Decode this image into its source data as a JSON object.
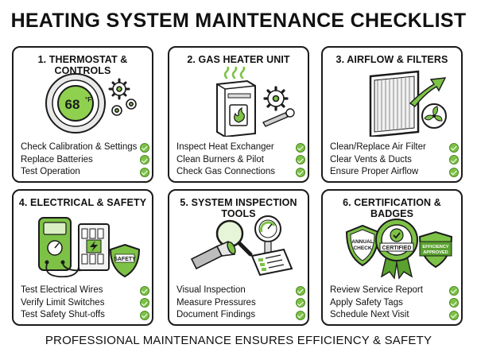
{
  "title": "HEATING SYSTEM MAINTENANCE CHECKLIST",
  "footer": "PROFESSIONAL MAINTENANCE ENSURES EFFICIENCY & SAFETY",
  "colors": {
    "accent": "#7dc246",
    "accent_dark": "#4e8a26",
    "outline": "#1b1b1b"
  },
  "cards": [
    {
      "title": "1. THERMOSTAT & CONTROLS",
      "display": "68",
      "unit": "°F",
      "icons": [
        "thermostat-icon",
        "gears-icon"
      ],
      "items": [
        "Check Calibration & Settings",
        "Replace Batteries",
        "Test Operation"
      ]
    },
    {
      "title": "2. GAS HEATER UNIT",
      "icons": [
        "gas-heater-icon",
        "flame-icon",
        "heat-waves-icon",
        "gear-icon",
        "wrench-icon"
      ],
      "items": [
        "Inspect Heat Exchanger",
        "Clean Burners & Pilot",
        "Check Gas Connections"
      ]
    },
    {
      "title": "3. AIRFLOW & FILTERS",
      "icons": [
        "air-filter-icon",
        "arrow-icon",
        "fan-icon"
      ],
      "items": [
        "Clean/Replace Air Filter",
        "Clear Vents & Ducts",
        "Ensure Proper Airflow"
      ]
    },
    {
      "title": "4. ELECTRICAL & SAFETY",
      "badge": "SAFETY",
      "icons": [
        "multimeter-icon",
        "circuit-breaker-icon",
        "lightning-icon",
        "shield-icon"
      ],
      "items": [
        "Test Electrical Wires",
        "Verify Limit Switches",
        "Test Safety Shut-offs"
      ]
    },
    {
      "title": "5. SYSTEM INSPECTION TOOLS",
      "icons": [
        "magnifying-glass-icon",
        "pressure-gauge-icon",
        "flashlight-icon",
        "tablet-checklist-icon"
      ],
      "items": [
        "Visual Inspection",
        "Measure Pressures",
        "Document Findings"
      ]
    },
    {
      "title": "6. CERTIFICATION & BADGES",
      "badges": {
        "left_line1": "ANNUAL",
        "left_line2": "CHECK",
        "center": "CERTIFIED",
        "right_line1": "EFFICIENCY",
        "right_line2": "APPROVED"
      },
      "icons": [
        "annual-check-shield-icon",
        "certified-rosette-icon",
        "efficiency-approved-shield-icon"
      ],
      "items": [
        "Review Service Report",
        "Apply Safety Tags",
        "Schedule Next Visit"
      ]
    }
  ]
}
